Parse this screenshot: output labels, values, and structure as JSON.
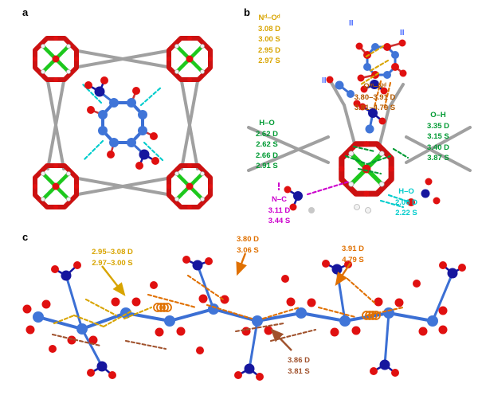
{
  "figure": {
    "panel_a_label": "a",
    "panel_b_label": "b",
    "panel_c_label": "c"
  },
  "panel_b": {
    "roman_labels": [
      "II",
      "II",
      "II"
    ],
    "nd_od": {
      "title": "Nᵈ–Oᵈ",
      "lines": [
        "3.08 D",
        "3.00 S",
        "2.95 D",
        "2.97 S"
      ]
    },
    "om_nd": {
      "title": "Oᵐ–Nᵈ",
      "lines": [
        "3.80–3.91 D",
        "3.81–4.79 S"
      ]
    },
    "h_o_left": {
      "title": "H–O",
      "lines": [
        "2.62 D",
        "2.62 S",
        "2.66 D",
        "2.91 S"
      ]
    },
    "o_h_right": {
      "title": "O–H",
      "lines": [
        "3.35 D",
        "3.15 S",
        "3.40 D",
        "3.87 S"
      ]
    },
    "n_c": {
      "title": "N–C",
      "lines": [
        "3.11 D",
        "3.44 S"
      ]
    },
    "h_o_cyan": {
      "title": "H–O",
      "lines": [
        "2.00 D",
        "2.22 S"
      ]
    }
  },
  "panel_c": {
    "yellow": {
      "lines": [
        "2.95–3.08 D",
        "2.97–3.00 S"
      ]
    },
    "orange_mid": {
      "lines": [
        "3.80 D",
        "3.06 S"
      ]
    },
    "orange_right": {
      "lines": [
        "3.91 D",
        "4.79 S"
      ]
    },
    "brown_bottom": {
      "lines": [
        "3.86 D",
        "3.81 S"
      ]
    }
  },
  "colors": {
    "gold": "#d8a400",
    "orange": "#e07000",
    "orangeDark": "#b35900",
    "brown": "#a0522d",
    "green": "#009a33",
    "magenta": "#cc00cc",
    "cyan": "#00cccc",
    "romanBlue": "#4466ff",
    "atomRed": "#e01010",
    "atomBlue": "#4075d8",
    "atomNavy": "#16169e",
    "bondBlue": "#3b6fd4",
    "bondGray": "#a0a0a0",
    "greenStick": "#1dc81d",
    "frameRed": "#cc1111"
  }
}
